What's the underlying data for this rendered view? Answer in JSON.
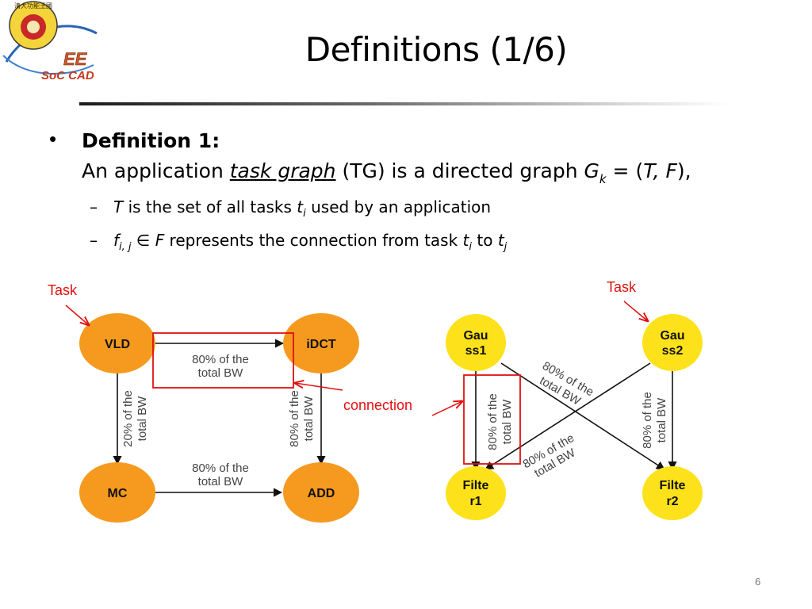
{
  "slide": {
    "title": "Definitions (1/6)",
    "page_number": "6",
    "logo_text": {
      "top": "EE",
      "bottom": "SoC CAD",
      "seal_glyphs": "清大功能王國"
    }
  },
  "definition": {
    "heading": "Definition 1:",
    "line_prefix": "An application ",
    "term": "task graph",
    "line_mid": " (TG) is a directed graph ",
    "graph_symbol": "G",
    "graph_subscript": "k",
    "equals": " = (",
    "set_t": "T",
    "comma": ", ",
    "set_f": "F",
    "line_suffix": "),",
    "items": [
      {
        "symbol": "T",
        "text": " is the set of all tasks ",
        "task": "t",
        "task_sub": "i",
        "suffix": " used by an application"
      },
      {
        "symbol": "f",
        "symbol_sub": "i, j",
        "member": " ∈ ",
        "set": "F",
        "text": " represents the connection from task ",
        "task_a": "t",
        "task_a_sub": "i",
        "to": " to ",
        "task_b": "t",
        "task_b_sub": "j"
      }
    ]
  },
  "annotations": {
    "task_left": "Task",
    "task_right": "Task",
    "connection": "connection",
    "color": "#e01010"
  },
  "left_graph": {
    "node_color": "#f59a1f",
    "nodes": [
      "VLD",
      "iDCT",
      "MC",
      "ADD"
    ],
    "edges": [
      {
        "from": "VLD",
        "to": "iDCT",
        "label_1": "80% of the",
        "label_2": "total BW"
      },
      {
        "from": "VLD",
        "to": "MC",
        "label_1": "20% of the",
        "label_2": "total BW"
      },
      {
        "from": "iDCT",
        "to": "ADD",
        "label_1": "80% of the",
        "label_2": "total BW"
      },
      {
        "from": "MC",
        "to": "ADD",
        "label_1": "80% of the",
        "label_2": "total BW"
      }
    ]
  },
  "right_graph": {
    "node_color": "#fde21b",
    "nodes": [
      {
        "id": "Gauss1",
        "line_1": "Gau",
        "line_2": "ss1"
      },
      {
        "id": "Gauss2",
        "line_1": "Gau",
        "line_2": "ss2"
      },
      {
        "id": "Filter1",
        "line_1": "Filte",
        "line_2": "r1"
      },
      {
        "id": "Filter2",
        "line_1": "Filte",
        "line_2": "r2"
      }
    ],
    "edges": [
      {
        "from": "Gauss1",
        "to": "Filter1",
        "label_1": "80% of the",
        "label_2": "total BW"
      },
      {
        "from": "Gauss1",
        "to": "Filter2",
        "label_1": "80% of the",
        "label_2": "total BW"
      },
      {
        "from": "Gauss2",
        "to": "Filter1",
        "label_1": "80% of the",
        "label_2": "total BW"
      },
      {
        "from": "Gauss2",
        "to": "Filter2",
        "label_1": "80% of the",
        "label_2": "total BW"
      }
    ]
  }
}
